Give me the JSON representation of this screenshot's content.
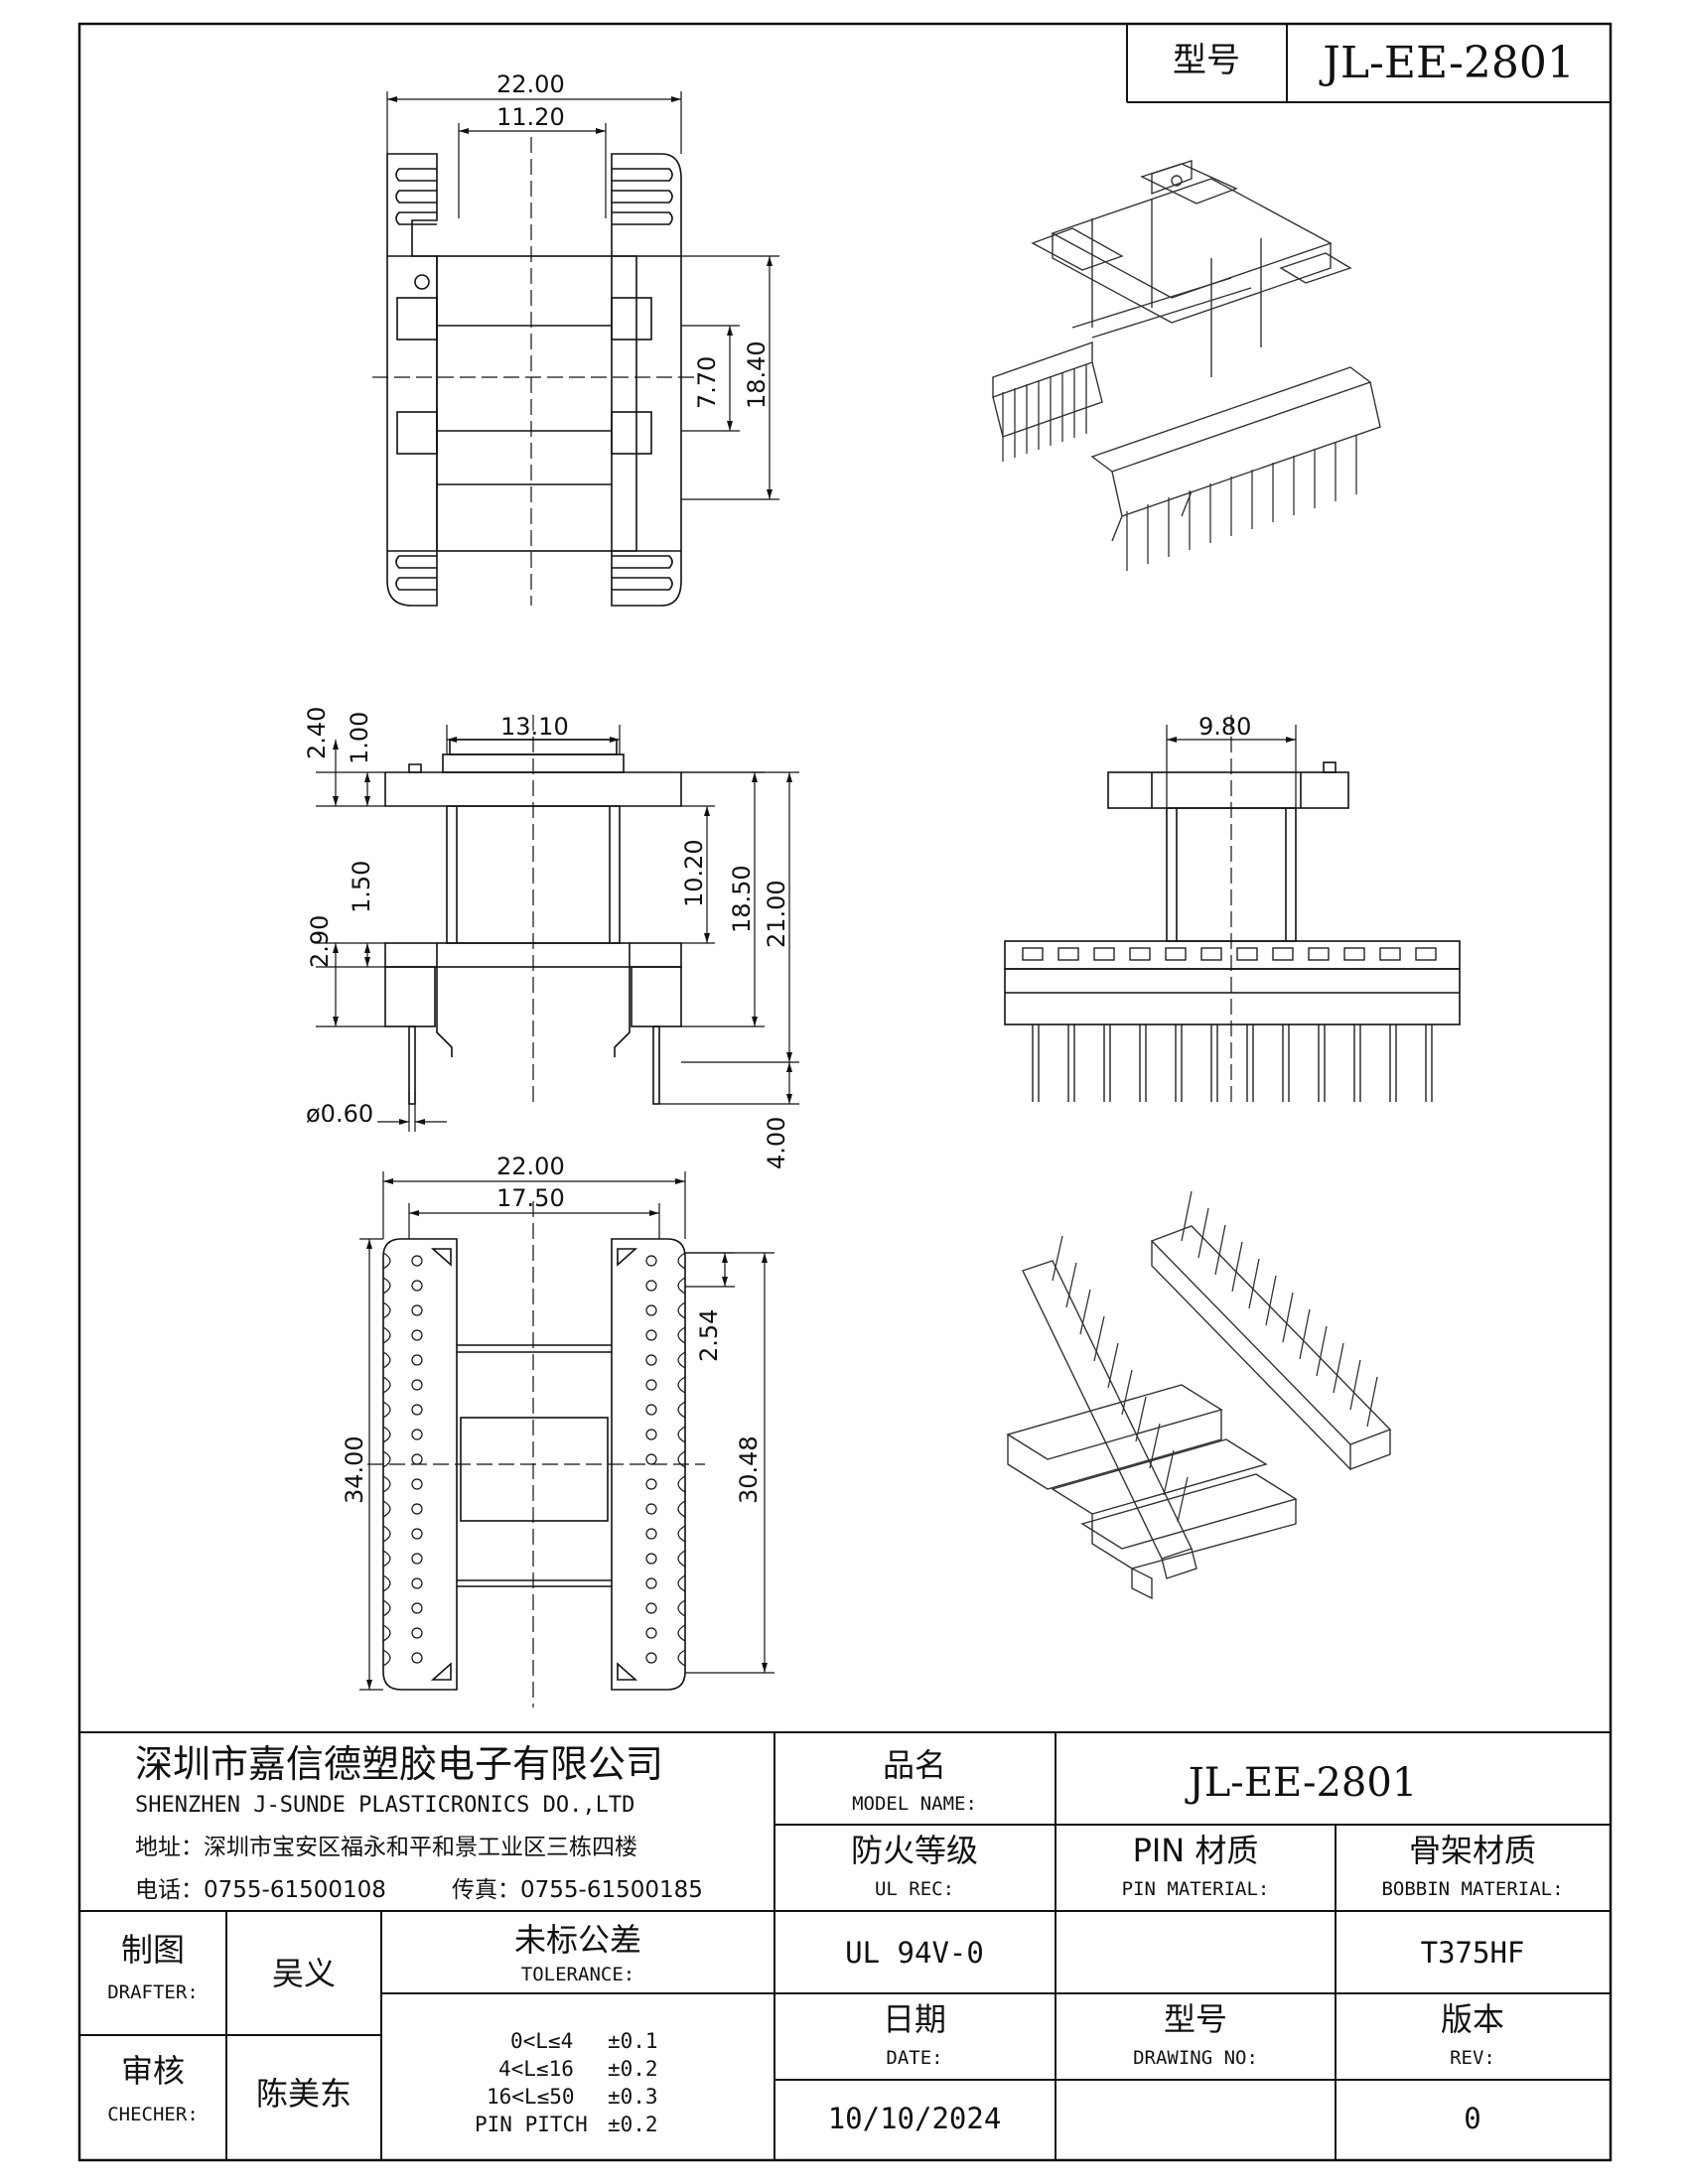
{
  "header": {
    "model_label": "型号",
    "model_value": "JL-EE-2801"
  },
  "dimensions": {
    "A": "22.00",
    "B": "11.20",
    "C": "7.70",
    "D": "18.40",
    "E": "2.40",
    "F": "1.00",
    "G": "13.10",
    "H": "1.50",
    "I": "2.90",
    "J": "10.20",
    "K": "18.50",
    "M": "21.00",
    "N": "ø0.60",
    "O": "4.00",
    "P": "9.80",
    "Q": "22.00",
    "R": "17.50",
    "S": "34.00",
    "T": "2.54",
    "U": "30.48"
  },
  "title_block": {
    "company_cn": "深圳市嘉信德塑胶电子有限公司",
    "company_en": "SHENZHEN J-SUNDE PLASTICRONICS DO.,LTD",
    "address": "地址：深圳市宝安区福永和平和景工业区三栋四楼",
    "phone": "电话：0755-61500108",
    "fax": "传真：0755-61500185",
    "model_name_cn": "品名",
    "model_name_en": "MODEL NAME:",
    "model_name_value": "JL-EE-2801",
    "ul_cn": "防火等级",
    "ul_en": "UL REC:",
    "ul_value": "UL 94V-0",
    "pin_cn": "PIN 材质",
    "pin_en": "PIN MATERIAL:",
    "pin_value": "",
    "bobbin_cn": "骨架材质",
    "bobbin_en": "BOBBIN MATERIAL:",
    "bobbin_value": "T375HF",
    "drafter_cn": "制图",
    "drafter_en": "DRAFTER:",
    "drafter_value": "吴义",
    "checker_cn": "审核",
    "checker_en": "CHECHER:",
    "checker_value": "陈美东",
    "tolerance_cn": "未标公差",
    "tolerance_en": "TOLERANCE:",
    "tolerance_rows": [
      {
        "range": "0<L≤4",
        "value": "±0.1"
      },
      {
        "range": "4<L≤16",
        "value": "±0.2"
      },
      {
        "range": "16<L≤50",
        "value": "±0.3"
      },
      {
        "range": "PIN PITCH",
        "value": "±0.2"
      }
    ],
    "date_cn": "日期",
    "date_en": "DATE:",
    "date_value": "10/10/2024",
    "drawing_cn": "型号",
    "drawing_en": "DRAWING NO:",
    "drawing_value": "",
    "rev_cn": "版本",
    "rev_en": "REV:",
    "rev_value": "0"
  }
}
